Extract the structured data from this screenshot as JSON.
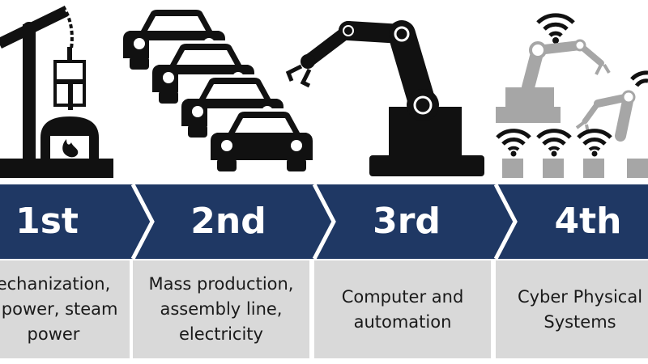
{
  "colors": {
    "banner": "#1f3864",
    "chevron_divider": "#ffffff",
    "description_box": "#d9d9d9",
    "illustration_dark": "#111111",
    "illustration_gray": "#a6a6a6"
  },
  "stages": [
    {
      "label": "1st",
      "icon": "oil-pump-steam-engine-icon",
      "description": "echanization,\nr power, steam\npower"
    },
    {
      "label": "2nd",
      "icon": "car-assembly-line-icon",
      "description": "Mass production,\nassembly line,\nelectricity"
    },
    {
      "label": "3rd",
      "icon": "robotic-arm-icon",
      "description": "Computer and\nautomation"
    },
    {
      "label": "4th",
      "icon": "wireless-robots-icon",
      "description": "Cyber Physical\nSystems"
    }
  ]
}
